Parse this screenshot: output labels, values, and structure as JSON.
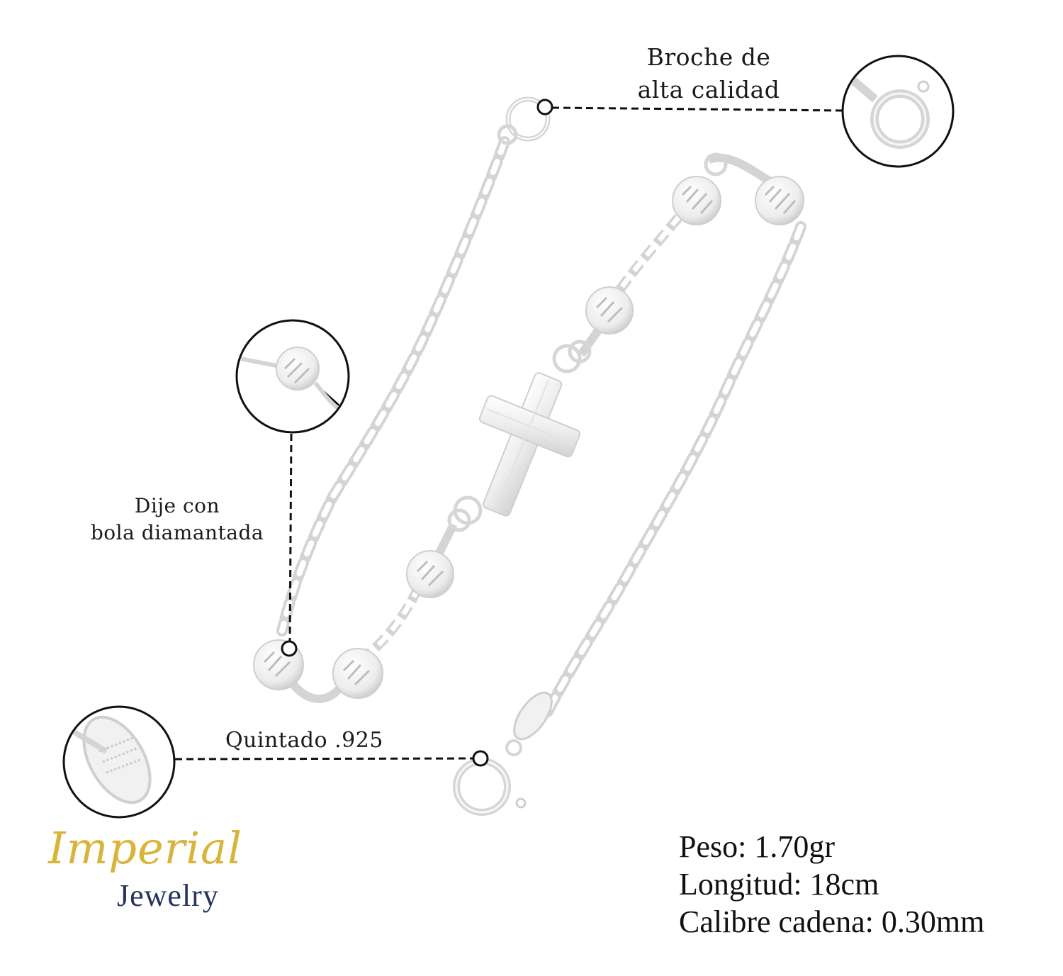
{
  "callouts": {
    "clasp": {
      "line1": "Broche de",
      "line2": "alta calidad"
    },
    "bead": {
      "line1": "Dije con",
      "line2": "bola diamantada"
    },
    "stamp": {
      "label": "Quintado .925"
    }
  },
  "specs": {
    "weight": "Peso: 1.70gr",
    "length": "Longitud: 18cm",
    "gauge": "Calibre cadena: 0.30mm"
  },
  "brand": {
    "script": "Imperial",
    "word": "Jewelry",
    "gold_color": "#d8b43a",
    "navy_color": "#25355e"
  },
  "colors": {
    "silver_stroke": "#cfcfcf",
    "callout_line": "#111111"
  }
}
